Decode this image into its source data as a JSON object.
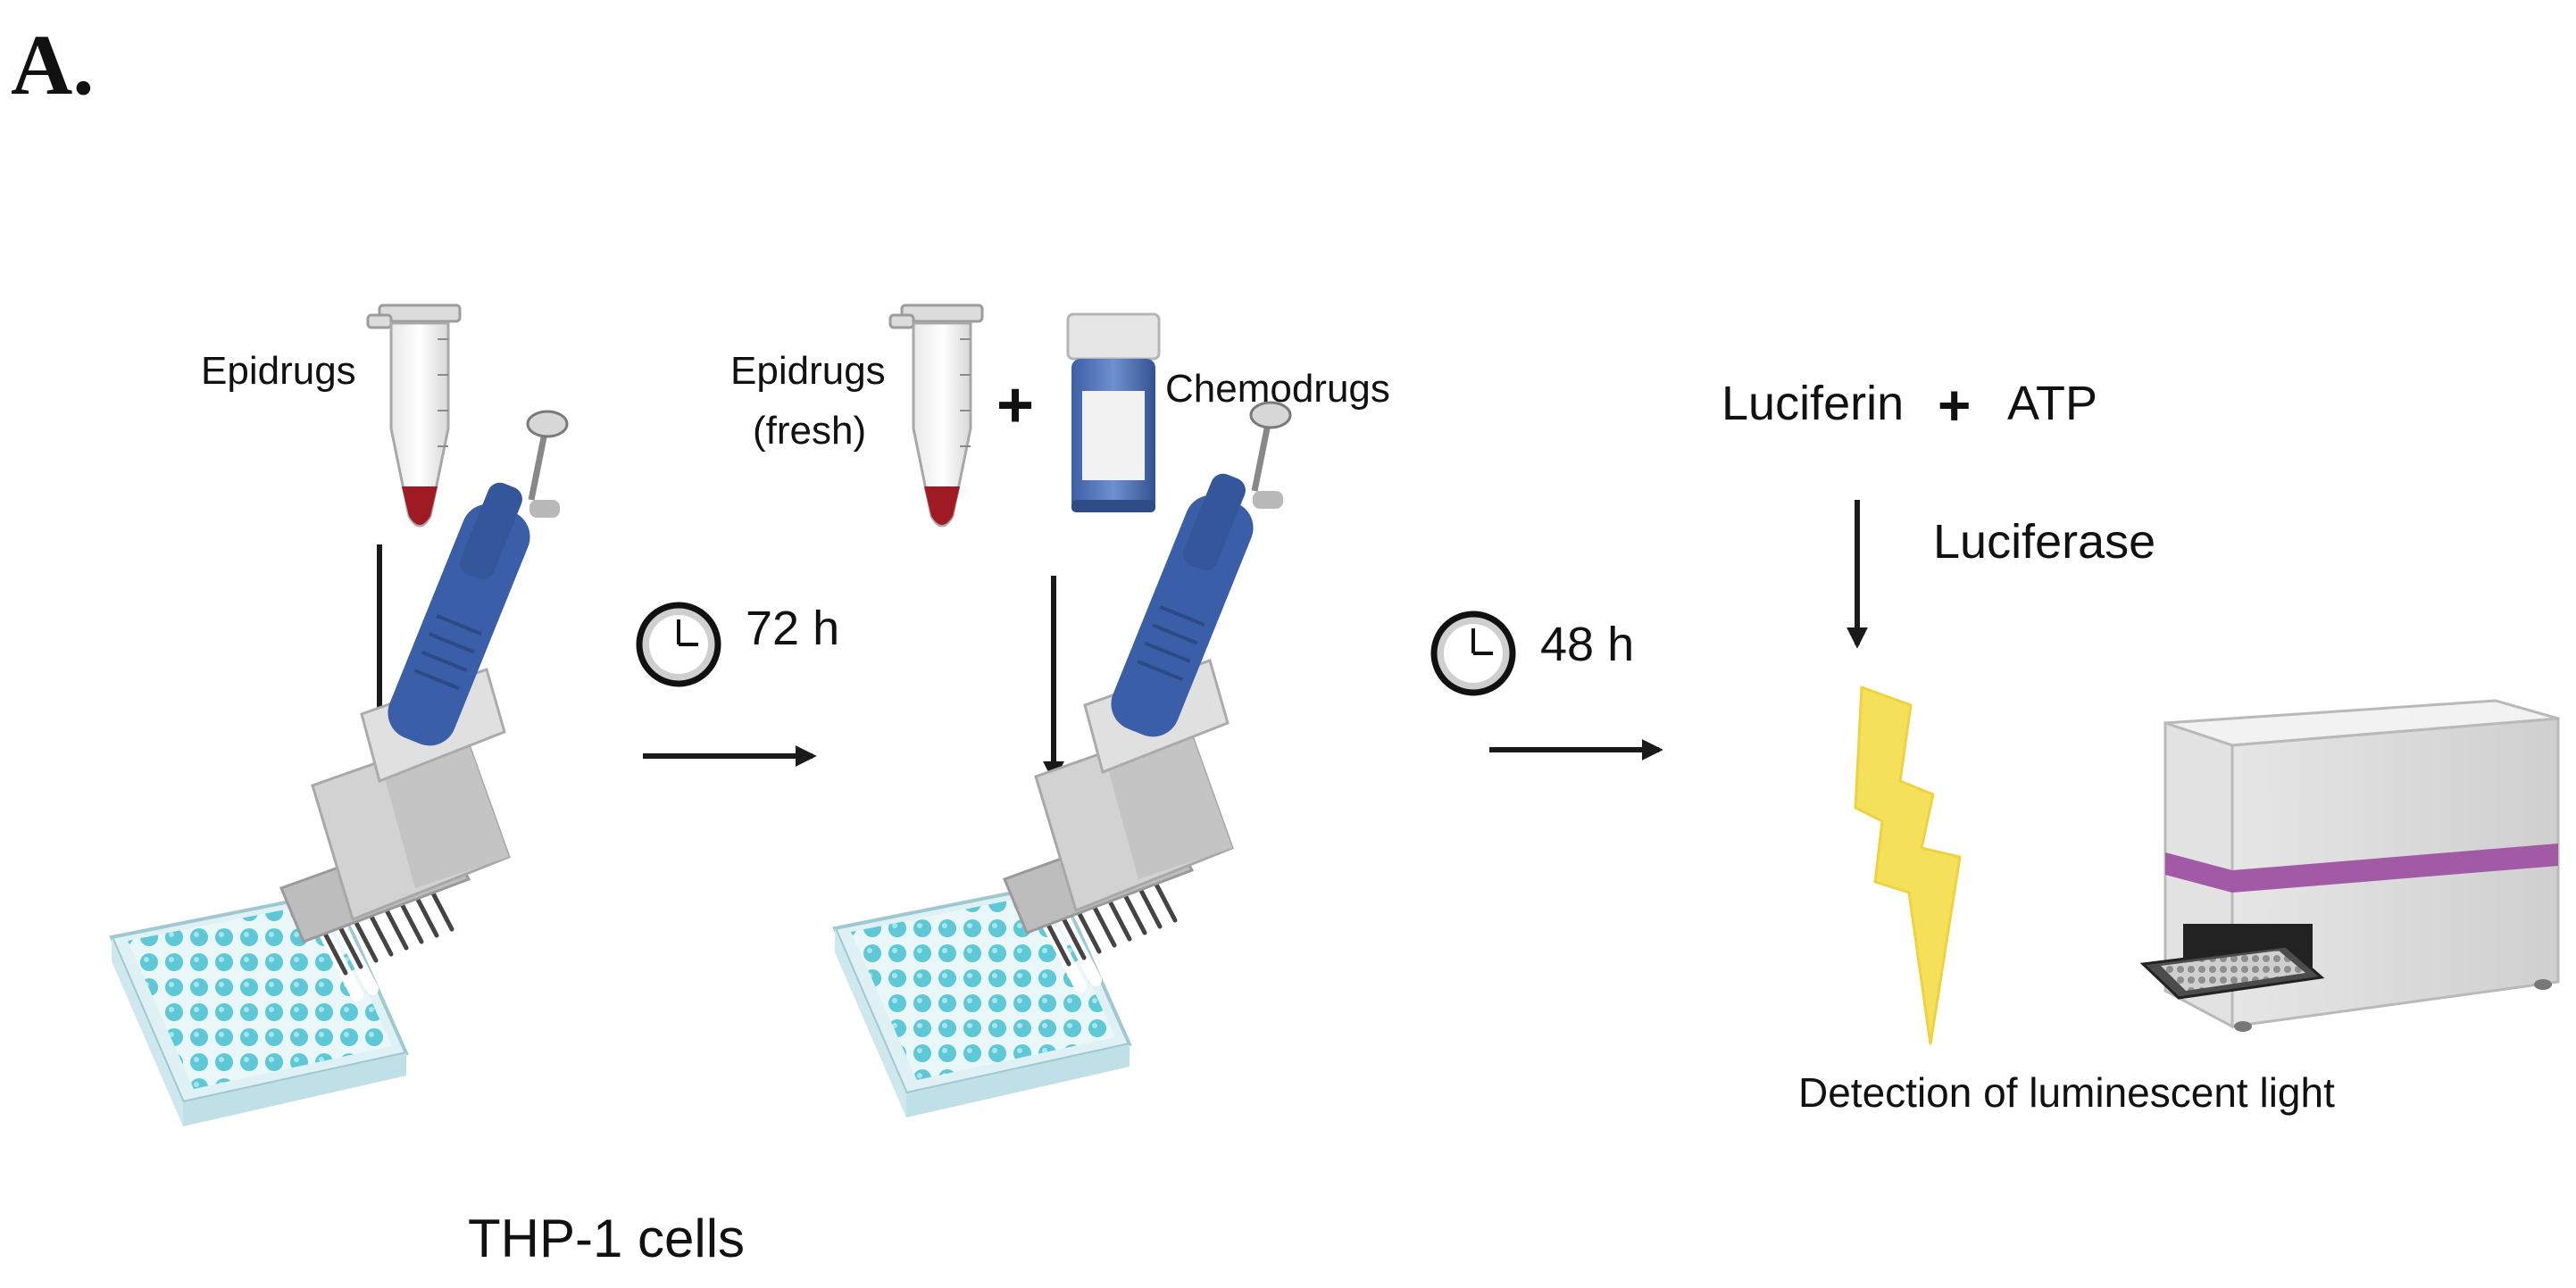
{
  "panel_label": "A.",
  "labels": {
    "epidrugs_1": "Epidrugs",
    "epidrugs_2_line1": "Epidrugs",
    "epidrugs_2_line2": "(fresh)",
    "plus_1": "+",
    "chemodrugs": "Chemodrugs",
    "time_1": "72 h",
    "time_2": "48 h",
    "luciferin": "Luciferin",
    "plus_2": "+",
    "atp": "ATP",
    "luciferase": "Luciferase",
    "detection": "Detection of luminescent light",
    "cells": "THP-1 cells"
  },
  "icons": [
    "tube-icon",
    "vial-icon",
    "clock-icon",
    "multichannel-pipette-icon",
    "well-plate-icon",
    "lightning-icon",
    "plate-reader-icon",
    "arrow-icon"
  ],
  "colors": {
    "arrow": "#1a1a1a",
    "pipette_blue": "#3a5fa8",
    "pipette_gray": "#c9c9c9",
    "well_cyan": "#5fc8d6",
    "tube_liquid": "#a01a24",
    "vial_blue": "#4a6fb5",
    "lightning_yellow": "#f5e05a",
    "reader_purple": "#a35aa6",
    "reader_gray": "#d6d6d6"
  }
}
